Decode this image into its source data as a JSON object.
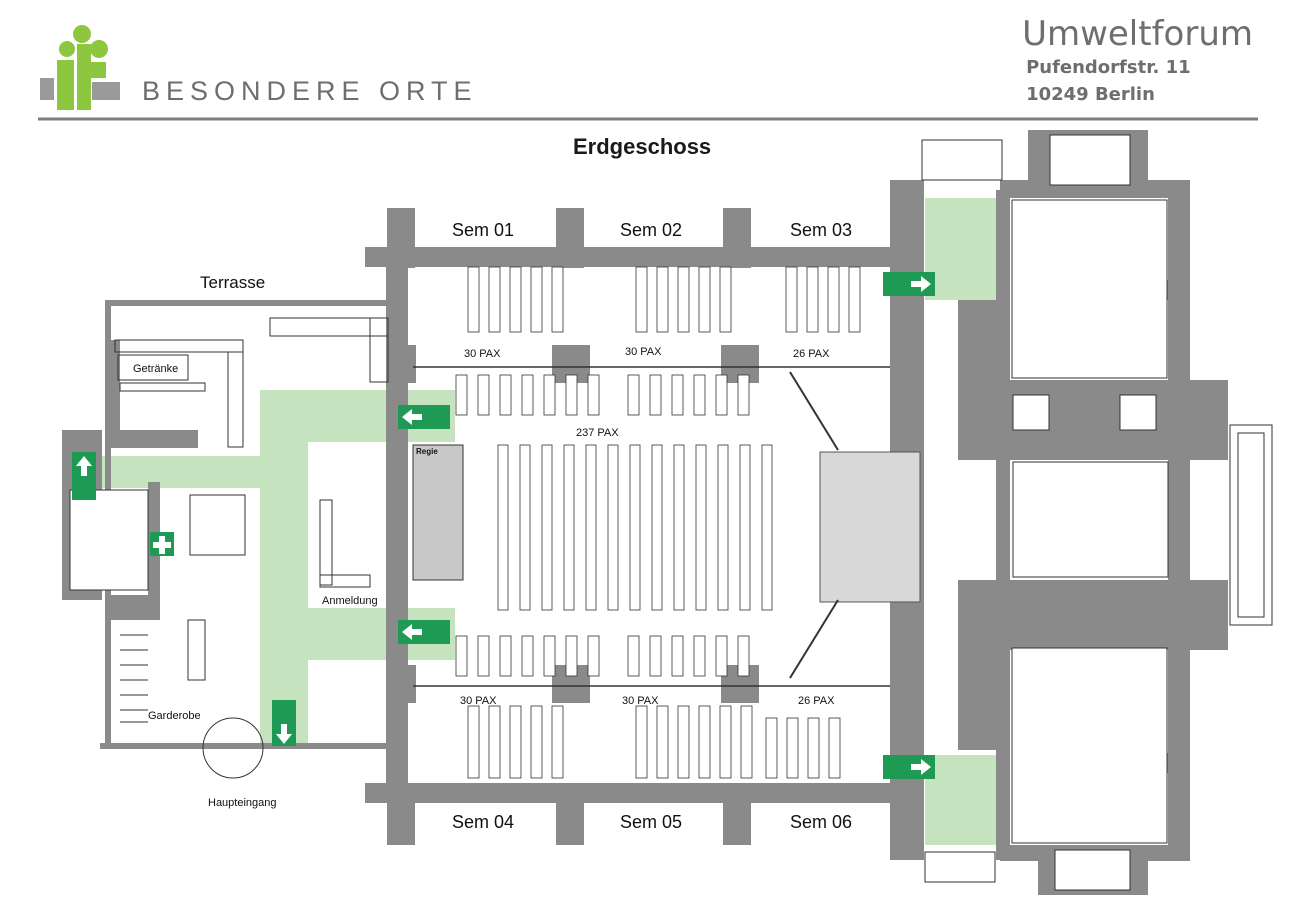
{
  "brand": {
    "wordmark": "BESONDERE ORTE",
    "logo_colors": {
      "green": "#8dc63f",
      "gray": "#9a9a9a"
    }
  },
  "venue": {
    "name": "Umweltforum",
    "street": "Pufendorfstr. 11",
    "city": "10249 Berlin"
  },
  "floor_title": "Erdgeschoss",
  "rooms": {
    "sem01": "Sem 01",
    "sem02": "Sem 02",
    "sem03": "Sem 03",
    "sem04": "Sem 04",
    "sem05": "Sem 05",
    "sem06": "Sem 06",
    "terrace": "Terrasse",
    "drinks": "Getränke",
    "cloakroom": "Garderobe",
    "registration": "Anmeldung",
    "main_entrance": "Haupteingang",
    "control_room": "Regie"
  },
  "capacities": {
    "sem01": "30 PAX",
    "sem02": "30 PAX",
    "sem03": "26 PAX",
    "sem04": "30 PAX",
    "sem05": "30 PAX",
    "sem06": "26 PAX",
    "hall": "237 PAX"
  },
  "colors": {
    "wall": "#8a8a8a",
    "escape_route": "#c6e3c0",
    "exit_sign": "#1f9a55",
    "stage": "#d8d8d8",
    "rule": "#7d7d7d"
  }
}
